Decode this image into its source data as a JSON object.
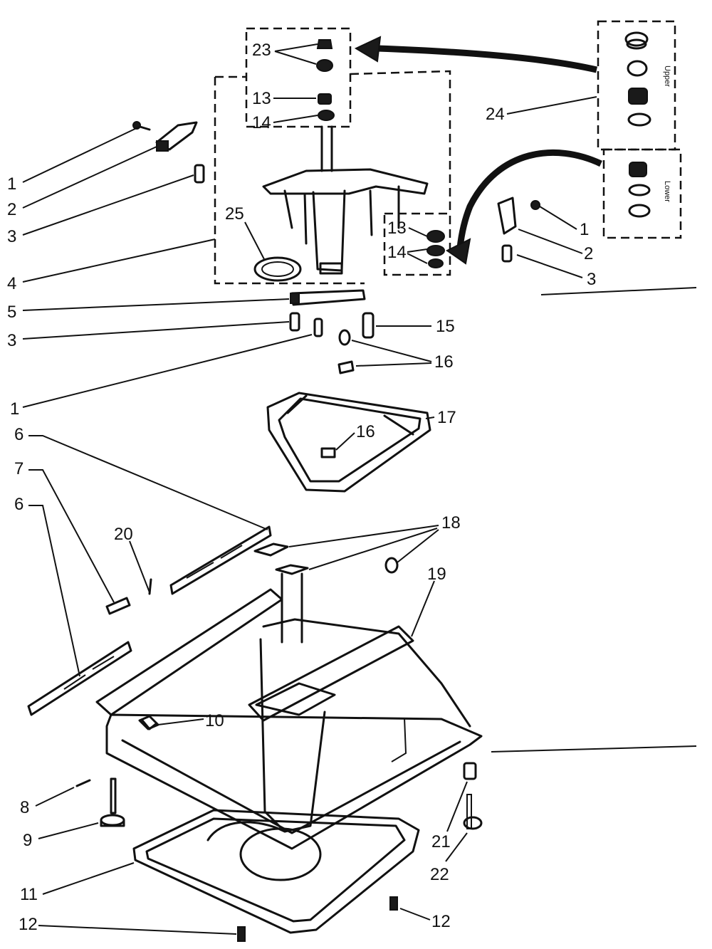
{
  "callouts": [
    {
      "label": "1"
    },
    {
      "label": "2"
    },
    {
      "label": "3"
    },
    {
      "label": "4"
    },
    {
      "label": "5"
    },
    {
      "label": "3"
    },
    {
      "label": "1"
    },
    {
      "label": "6"
    },
    {
      "label": "7"
    },
    {
      "label": "6"
    },
    {
      "label": "8"
    },
    {
      "label": "9"
    },
    {
      "label": "11"
    },
    {
      "label": "12"
    },
    {
      "label": "10"
    },
    {
      "label": "20"
    },
    {
      "label": "12"
    },
    {
      "label": "22"
    },
    {
      "label": "21"
    },
    {
      "label": "19"
    },
    {
      "label": "18"
    },
    {
      "label": "17"
    },
    {
      "label": "16"
    },
    {
      "label": "16"
    },
    {
      "label": "15"
    },
    {
      "label": "3"
    },
    {
      "label": "2"
    },
    {
      "label": "1"
    },
    {
      "label": "24"
    },
    {
      "label": "23"
    },
    {
      "label": "13"
    },
    {
      "label": "14"
    },
    {
      "label": "25"
    },
    {
      "label": "13"
    },
    {
      "label": "14"
    }
  ],
  "kit_labels": {
    "upper": "Upper",
    "lower": "Lower"
  }
}
